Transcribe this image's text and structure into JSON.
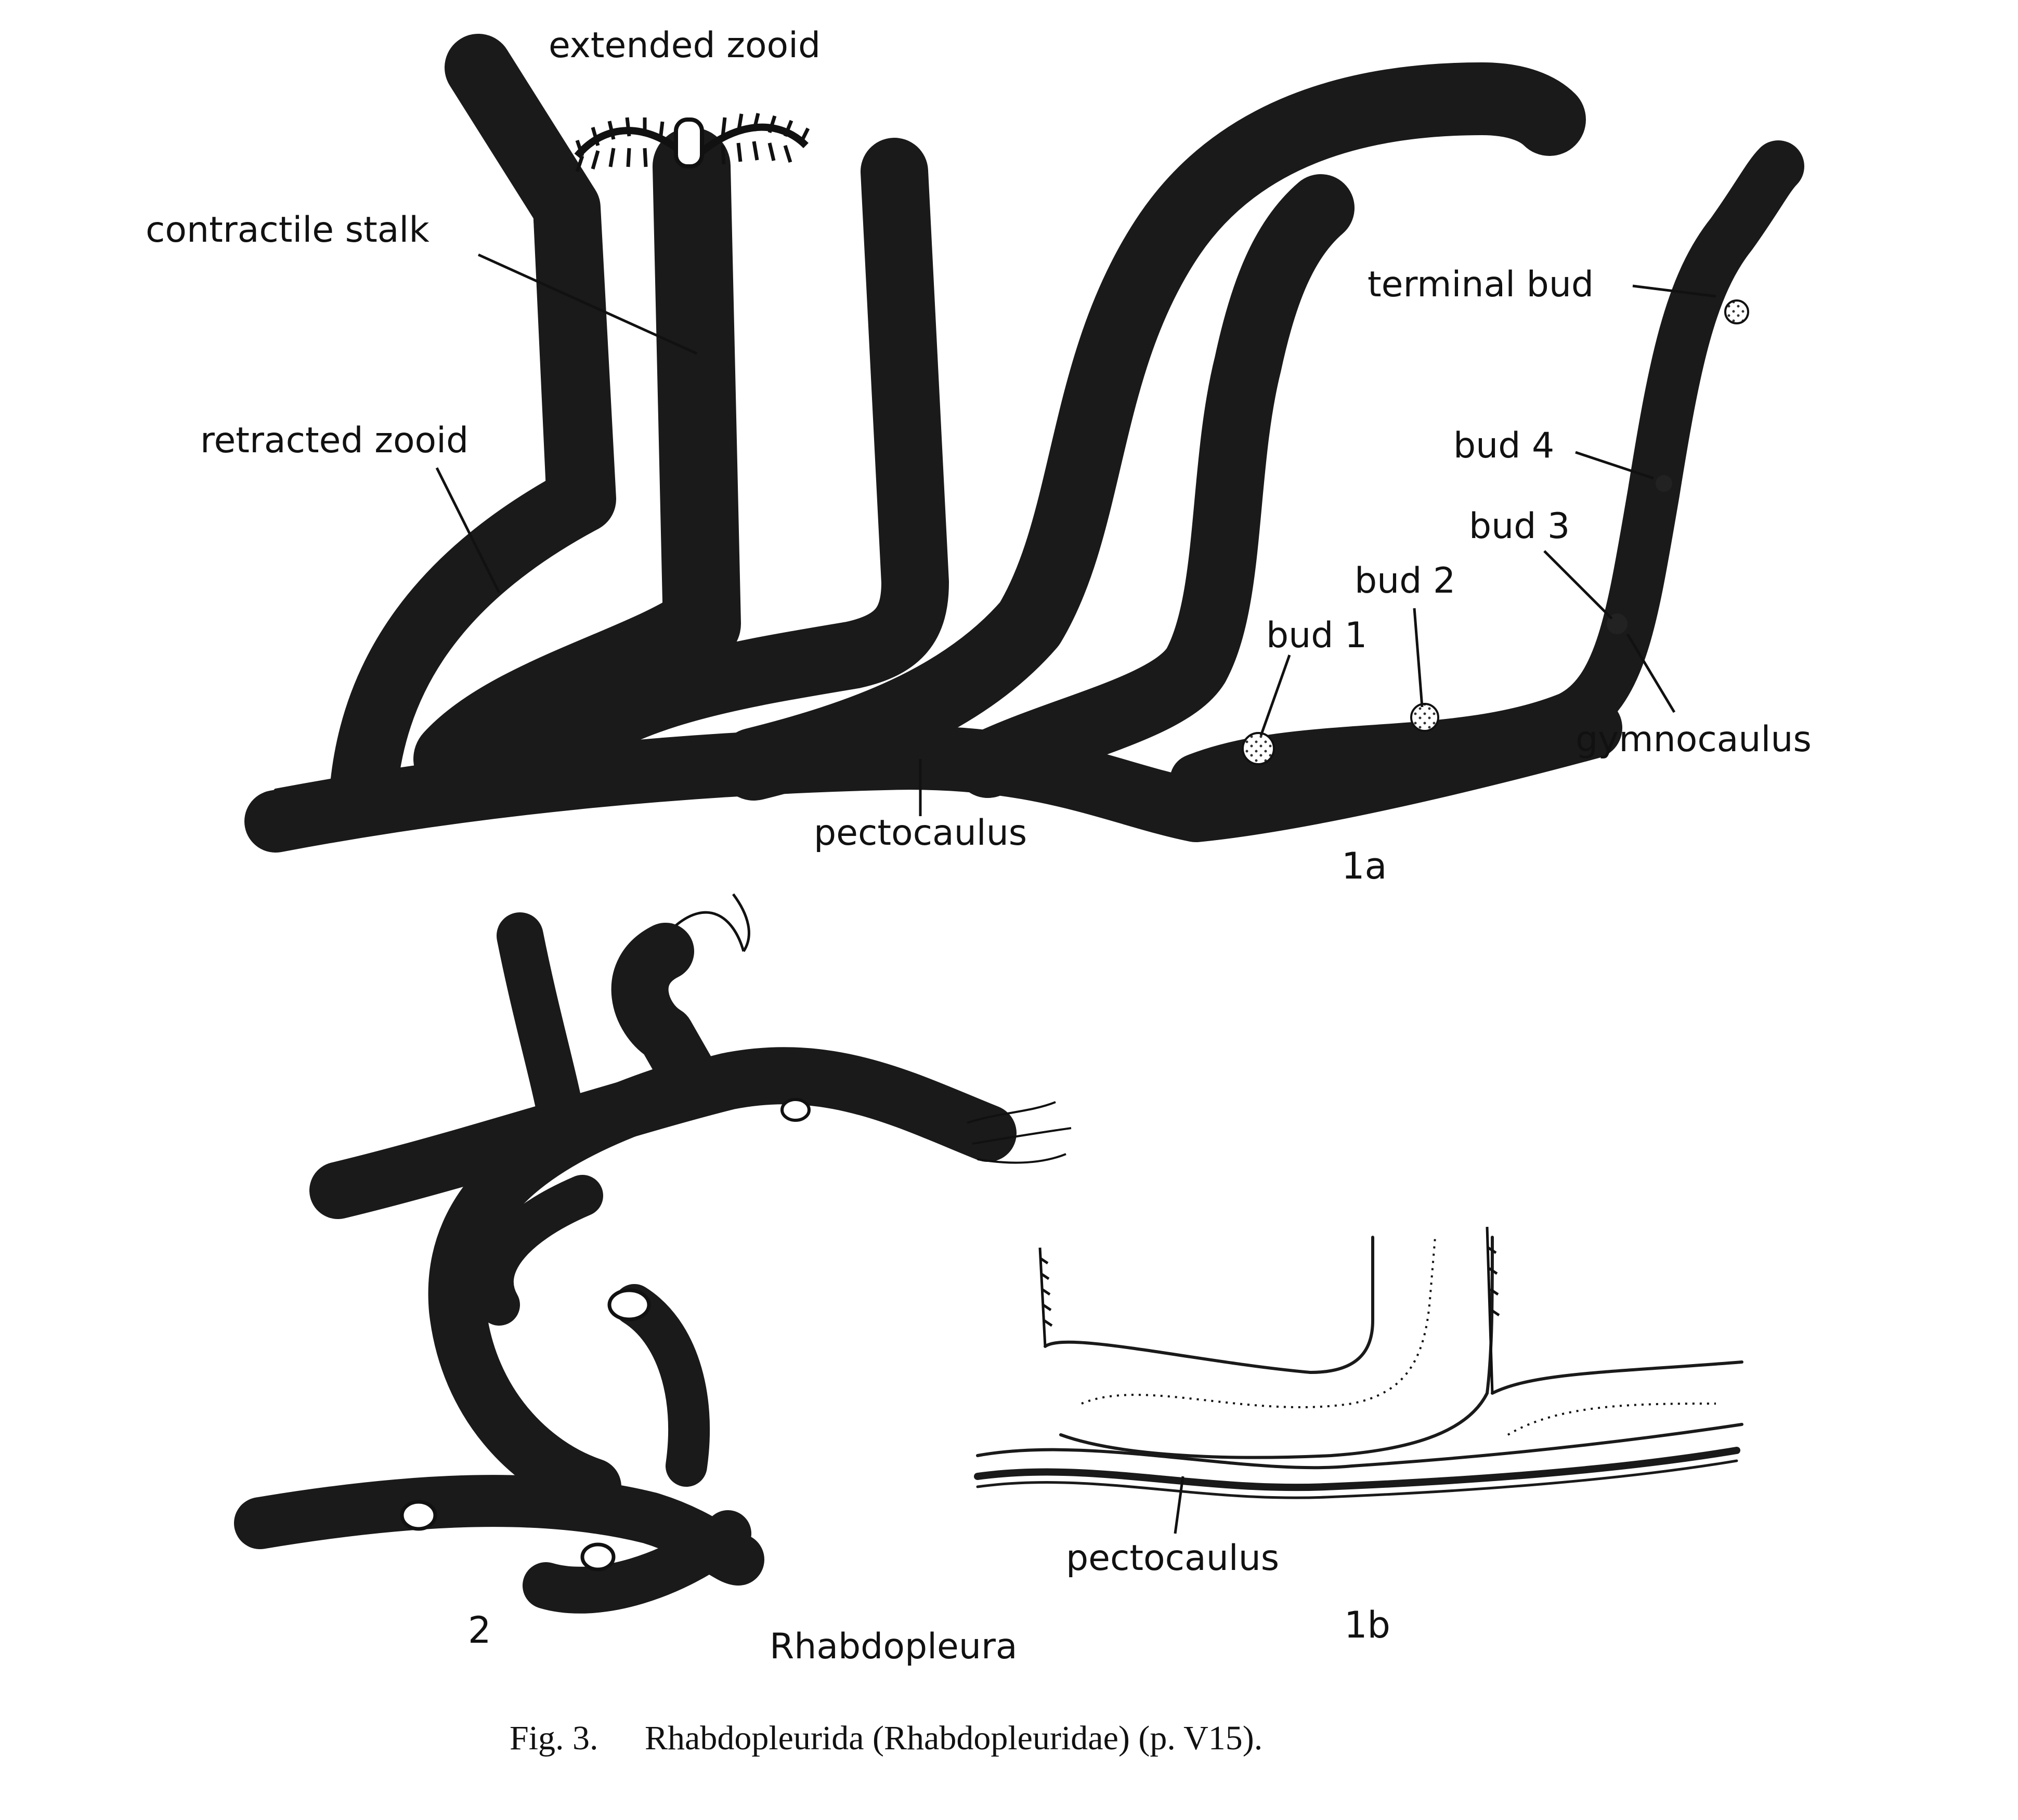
{
  "figure_1a": {
    "labels": {
      "extended_zooid": "extended zooid",
      "contractile_stalk": "contractile stalk",
      "retracted_zooid": "retracted zooid",
      "terminal_bud": "terminal bud",
      "bud_4": "bud 4",
      "bud_3": "bud 3",
      "bud_2": "bud 2",
      "bud_1": "bud 1",
      "gymnocaulus": "gymnocaulus",
      "pectocaulus": "pectocaulus"
    },
    "panel_number": "1a"
  },
  "figure_1b": {
    "labels": {
      "pectocaulus": "pectocaulus"
    },
    "panel_number": "1b"
  },
  "figure_2": {
    "panel_number": "2"
  },
  "genus": "Rhabdopleura",
  "caption": {
    "prefix": "Fig. 3.",
    "text": "Rhabdopleurida (Rhabdopleuridae) (p. V15)."
  }
}
